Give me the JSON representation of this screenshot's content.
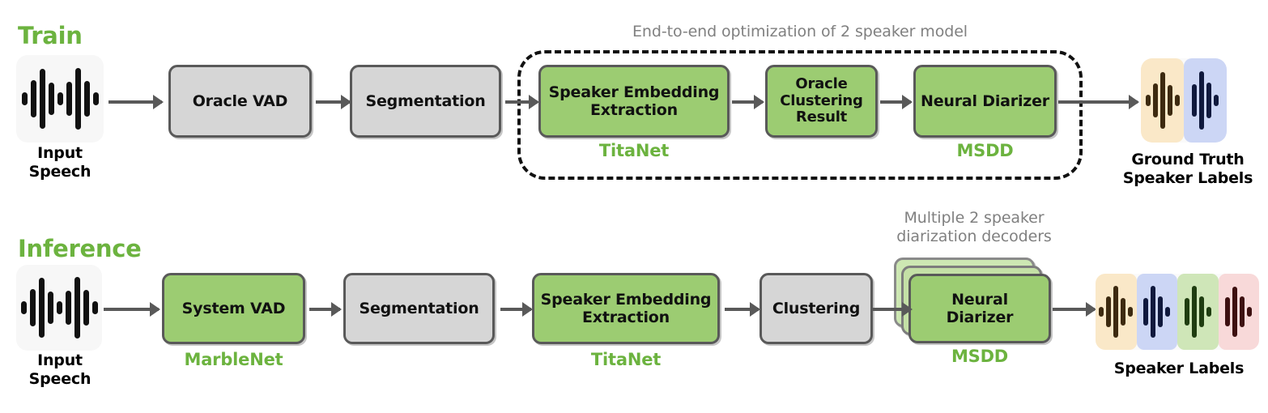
{
  "figure": {
    "title_train": "Train",
    "title_inference": "Inference",
    "accent_green": "#6cb33f",
    "box_green": "#9ccc72",
    "box_gray": "#d6d6d6",
    "border_gray": "#595959",
    "caption_gray": "#808080"
  },
  "train": {
    "heading": "Train",
    "input": {
      "caption": "Input\nSpeech",
      "icon": "waveform-icon"
    },
    "boxes": [
      {
        "label": "Oracle VAD",
        "style": "gray",
        "sublabel": ""
      },
      {
        "label": "Segmentation",
        "style": "gray",
        "sublabel": ""
      },
      {
        "label": "Speaker Embedding\nExtraction",
        "style": "green",
        "sublabel": "TitaNet"
      },
      {
        "label": "Oracle\nClustering\nResult",
        "style": "green",
        "sublabel": ""
      },
      {
        "label": "Neural\nDiarizer",
        "style": "green",
        "sublabel": "MSDD"
      }
    ],
    "group_caption": "End-to-end optimization of 2 speaker model",
    "output": {
      "caption": "Ground Truth\nSpeaker Labels",
      "icon": "speaker-labels-waveform-icon",
      "segments": [
        {
          "bg": "#fae8c8",
          "bar": "#3d2a10"
        },
        {
          "bg": "#ccd6f5",
          "bar": "#10193d"
        }
      ]
    }
  },
  "inference": {
    "heading": "Inference",
    "input": {
      "caption": "Input\nSpeech",
      "icon": "waveform-icon"
    },
    "boxes": [
      {
        "label": "System VAD",
        "style": "green",
        "sublabel": "MarbleNet"
      },
      {
        "label": "Segmentation",
        "style": "gray",
        "sublabel": ""
      },
      {
        "label": "Speaker Embedding\nExtraction",
        "style": "green",
        "sublabel": "TitaNet"
      },
      {
        "label": "Clustering",
        "style": "gray",
        "sublabel": ""
      },
      {
        "label": "Neural\nDiarizer",
        "style": "green",
        "sublabel": "MSDD"
      }
    ],
    "stack_caption": "Multiple 2 speaker\ndiarization decoders",
    "output": {
      "caption": "Speaker Labels",
      "icon": "speaker-labels-waveform-icon",
      "segments": [
        {
          "bg": "#fae8c8",
          "bar": "#3d2a10"
        },
        {
          "bg": "#ccd6f5",
          "bar": "#10193d"
        },
        {
          "bg": "#cfe6b8",
          "bar": "#1f3d10"
        },
        {
          "bg": "#f8d9d9",
          "bar": "#3d1010"
        }
      ]
    }
  }
}
